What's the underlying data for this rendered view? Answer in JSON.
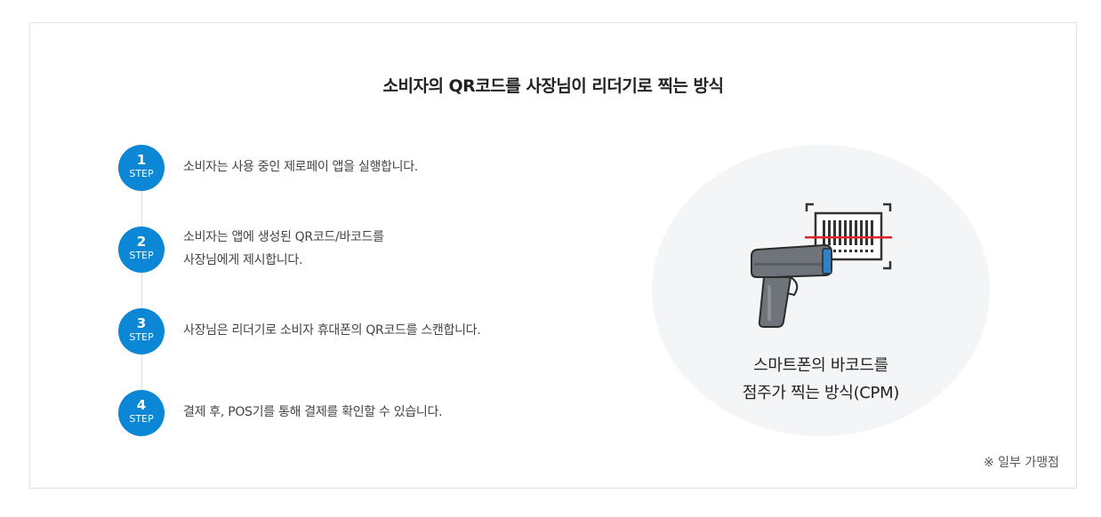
{
  "title": "소비자의 QR코드를 사장님이 리더기로 찍는 방식",
  "step_word": "STEP",
  "steps": [
    {
      "number": "1",
      "lines": [
        "소비자는 사용 중인 제로페이 앱을 실행합니다."
      ]
    },
    {
      "number": "2",
      "lines": [
        "소비자는 앱에 생성된 QR코드/바코드를",
        "사장님에게 제시합니다."
      ]
    },
    {
      "number": "3",
      "lines": [
        "사장님은 리더기로 소비자 휴대폰의 QR코드를 스캔합니다."
      ]
    },
    {
      "number": "4",
      "lines": [
        "결제 후, POS기를 통해 결제를 확인할 수 있습니다."
      ]
    }
  ],
  "illustration": {
    "icon": "barcode-scanner-icon",
    "caption_lines": [
      "스마트폰의 바코드를",
      "점주가 찍는 방식(CPM)"
    ]
  },
  "note": "※ 일부 가맹점",
  "colors": {
    "step_badge": "#0b87d6",
    "scan_line": "#e0242d",
    "scanner_body": "#6f747a",
    "scanner_accent": "#2f82c8"
  }
}
